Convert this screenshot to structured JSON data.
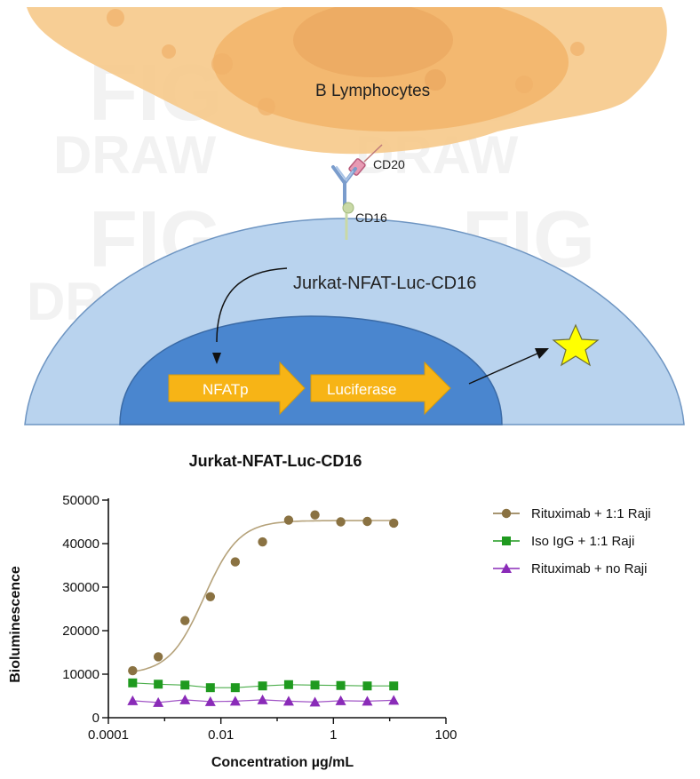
{
  "diagram": {
    "cell_label": "B Lymphocytes",
    "cd20_label": "CD20",
    "cd16_label": "CD16",
    "jurkat_label": "Jurkat-NFAT-Luc-CD16",
    "arrow1_label": "NFATp",
    "arrow2_label": "Luciferase",
    "watermark_words": [
      "FIG",
      "DRAW"
    ],
    "colors": {
      "b_cell": "#f6c98a",
      "b_cell_dark": "#f2b46a",
      "jurkat_cell": "#b9d3ee",
      "nucleus": "#4a86cf",
      "arrow": "#f7b416",
      "star": "#ffff00"
    }
  },
  "chart_data": {
    "type": "scatter",
    "title": "Jurkat-NFAT-Luc-CD16",
    "xlabel": "Concentration µg/mL",
    "ylabel": "Bioluminescence",
    "x_scale": "log",
    "xlim": [
      0.0001,
      100
    ],
    "ylim": [
      0,
      50000
    ],
    "x_ticks": [
      0.0001,
      0.01,
      1,
      100
    ],
    "x_tick_labels": [
      "0.0001",
      "0.01",
      "1",
      "100"
    ],
    "y_ticks": [
      0,
      10000,
      20000,
      30000,
      40000,
      50000
    ],
    "y_tick_labels": [
      "0",
      "10000",
      "20000",
      "30000",
      "40000",
      "50000"
    ],
    "legend_position": "right",
    "series": [
      {
        "name": "Rituximab + 1:1 Raji",
        "marker": "circle",
        "color": "#8a7242",
        "fit_color": "#b5a27a",
        "x": [
          0.00027,
          0.00077,
          0.0023,
          0.0065,
          0.018,
          0.055,
          0.16,
          0.47,
          1.35,
          4.0,
          11.8
        ],
        "y": [
          10800,
          14000,
          22300,
          27800,
          35800,
          40400,
          45400,
          46600,
          45000,
          45100,
          44700
        ],
        "fit": {
          "bottom": 10000,
          "top": 45300,
          "log_ec50": -2.3,
          "hill": 1.4
        }
      },
      {
        "name": "Iso IgG + 1:1 Raji",
        "marker": "square",
        "color": "#1f9a1f",
        "x": [
          0.00027,
          0.00077,
          0.0023,
          0.0065,
          0.018,
          0.055,
          0.16,
          0.47,
          1.35,
          4.0,
          11.8
        ],
        "y": [
          8000,
          7700,
          7500,
          6900,
          6900,
          7300,
          7600,
          7500,
          7400,
          7300,
          7300
        ]
      },
      {
        "name": "Rituximab + no Raji",
        "marker": "triangle",
        "color": "#8a2bb8",
        "x": [
          0.00027,
          0.00077,
          0.0023,
          0.0065,
          0.018,
          0.055,
          0.16,
          0.47,
          1.35,
          4.0,
          11.8
        ],
        "y": [
          3900,
          3500,
          4100,
          3700,
          3800,
          4100,
          3800,
          3600,
          3900,
          3800,
          4000
        ]
      }
    ]
  }
}
